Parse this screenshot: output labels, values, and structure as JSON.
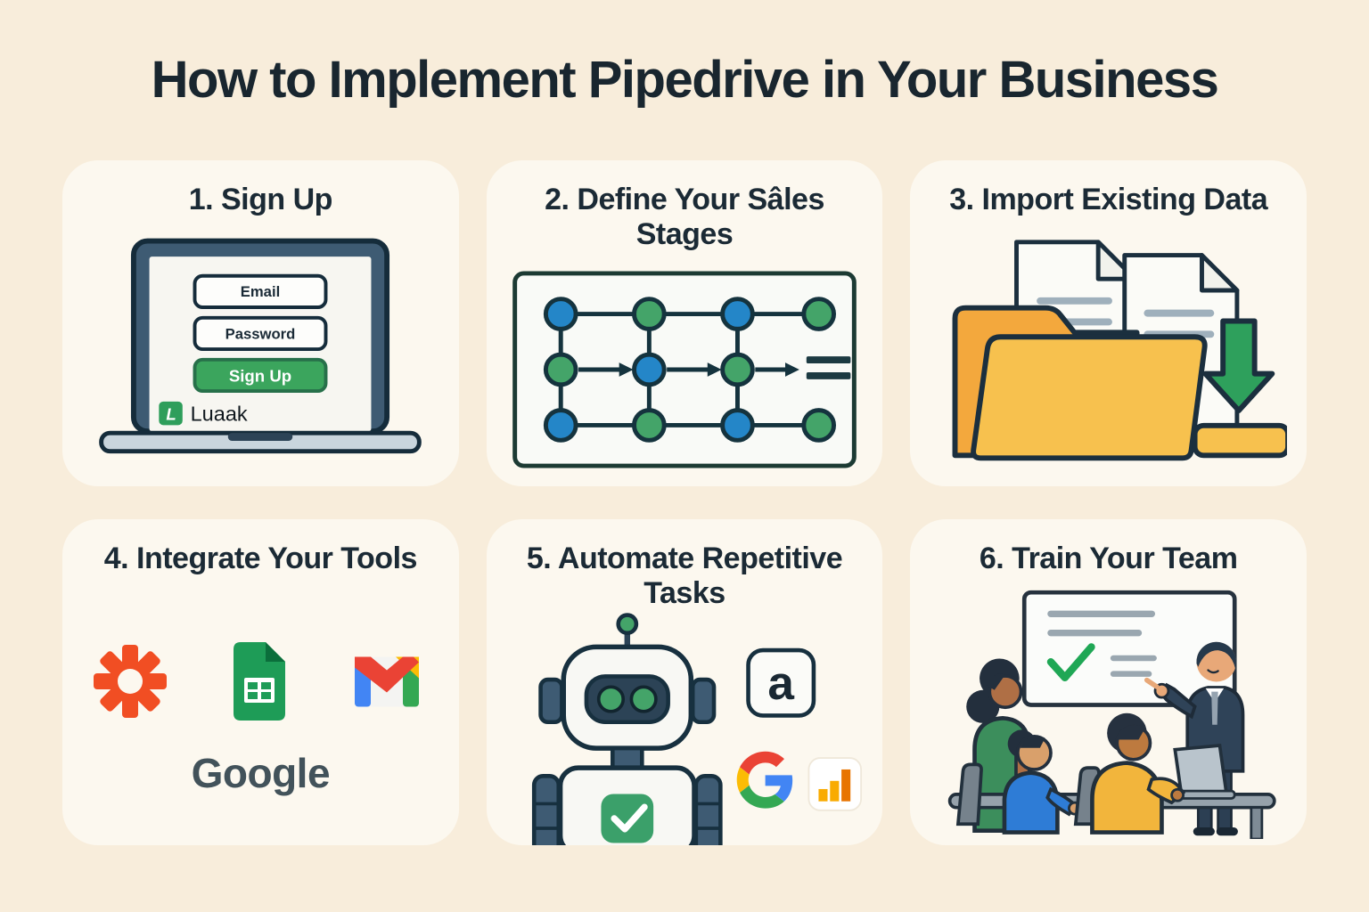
{
  "title": "How to Implement Pipedrive in Your Business",
  "colors": {
    "page_background": "#F8EDDB",
    "card_background": "#FCF8EF",
    "heading_ink": "#19262F",
    "outline_navy": "#1B2F3E",
    "laptop_slate": "#3E5B73",
    "button_green": "#3BA55D",
    "node_blue": "#2486C8",
    "node_green": "#44A469",
    "folder_yellow": "#F7C14E",
    "folder_back_orange": "#F3A83D",
    "download_green": "#2EA05C",
    "zapier_orange": "#F14E23",
    "sheets_green": "#1E9C57",
    "gmail_red": "#EA4335",
    "gmail_blue": "#4285F4",
    "gmail_green": "#34A853",
    "gmail_yellow": "#FBBC04",
    "analytics_orange": "#E87400",
    "analytics_yellow": "#F9AB00"
  },
  "cards": [
    {
      "id": "sign-up",
      "title": "1. Sign Up",
      "form": {
        "email_label": "Email",
        "password_label": "Password",
        "button_label": "Sign Up",
        "brand_logo_letter": "L",
        "brand_name": "Luaak"
      }
    },
    {
      "id": "define-sales-stages",
      "title": "2. Define Your Sâles Stages",
      "pipeline": {
        "node_colors": [
          [
            "blue",
            "green",
            "blue",
            "green"
          ],
          [
            "green",
            "blue",
            "green",
            "equals"
          ],
          [
            "blue",
            "green",
            "blue",
            "green"
          ]
        ]
      }
    },
    {
      "id": "import-existing-data",
      "title": "3. Import Existing Data",
      "icons": [
        "document-icon",
        "document-icon",
        "folder-icon",
        "download-arrow-icon",
        "tray-icon"
      ]
    },
    {
      "id": "integrate-your-tools",
      "title": "4. Integrate Your Tools",
      "icons": [
        "zapier-icon",
        "google-sheets-icon",
        "gmail-icon"
      ],
      "google_label": "Google"
    },
    {
      "id": "automate-repetitive-tasks",
      "title": "5. Automate Repetitive Tasks",
      "badge_letter": "a",
      "icons": [
        "robot-icon",
        "a-app-icon",
        "google-g-icon",
        "google-analytics-icon"
      ]
    },
    {
      "id": "train-your-team",
      "title": "6. Train Your Team",
      "icons": [
        "whiteboard-icon",
        "presenter-figure",
        "trainee-figures"
      ]
    }
  ]
}
